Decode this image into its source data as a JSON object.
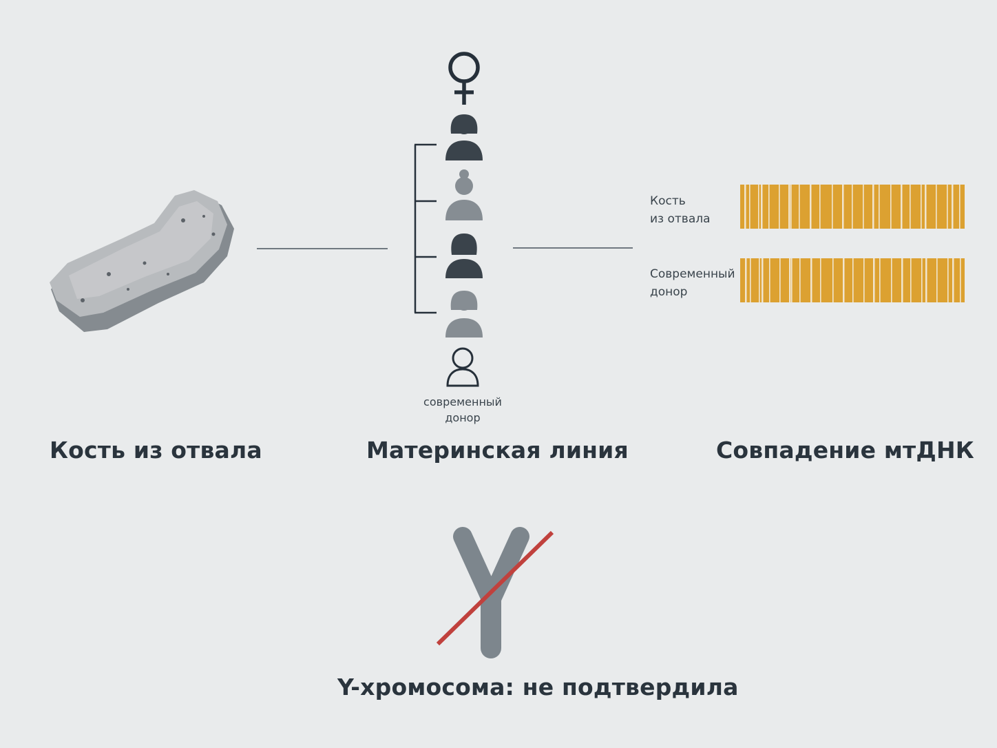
{
  "bone": {
    "caption": "Кость из отвала"
  },
  "lineage": {
    "caption": "Материнская линия",
    "donor_label": "современный\nдонор",
    "icons": [
      "female-symbol-icon",
      "woman-dark-icon",
      "woman-grey-bun-icon",
      "woman-dark-icon",
      "woman-grey-icon",
      "person-outline-icon"
    ]
  },
  "mtdna": {
    "caption": "Совпадение мтДНК",
    "rows": [
      {
        "label": "Кость\nиз отвала"
      },
      {
        "label": "Современный\nдонор"
      }
    ],
    "bar_color": "#dca131",
    "stripe_color": "#f3ece0"
  },
  "ychrom": {
    "caption": "Y-хромосома: не подтвердила",
    "letter_color": "#7d868d",
    "strike_color": "#c0413d"
  },
  "colors": {
    "background": "#e9ebec",
    "dark_figure": "#3a434b",
    "grey_figure": "#868d93"
  }
}
